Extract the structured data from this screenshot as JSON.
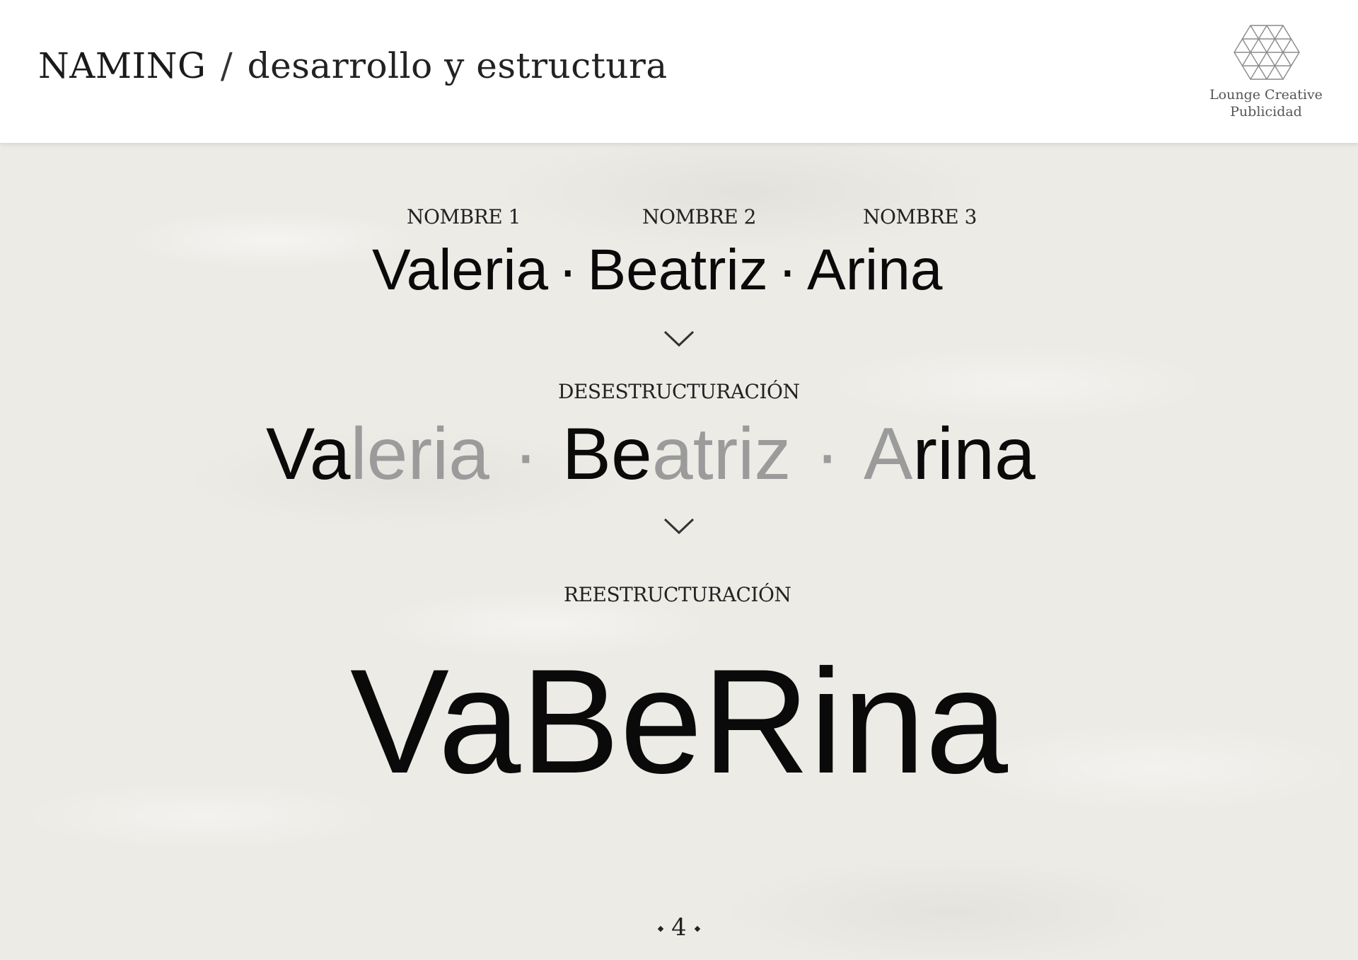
{
  "header": {
    "title_main": "NAMING",
    "title_sep": "/",
    "title_sub": "desarrollo y estructura"
  },
  "logo": {
    "icon": "triangle-hexagon-logo-icon",
    "line1": "Lounge Creative",
    "line2": "Publicidad"
  },
  "names": {
    "labels": [
      "NOMBRE 1",
      "NOMBRE 2",
      "NOMBRE 3"
    ],
    "items": [
      "Valeria",
      "Beatriz",
      "Arina"
    ],
    "separator": "·"
  },
  "deconstruction": {
    "label": "DESESTRUCTURACIÓN",
    "parts": [
      {
        "strong": "Va",
        "faded": "leria"
      },
      {
        "strong": "Be",
        "faded": "atriz"
      },
      {
        "faded": "A",
        "strong": "rina"
      }
    ],
    "separator": "·",
    "colors": {
      "strong": "#0a0a0a",
      "faded": "#9b9b9b"
    }
  },
  "restructuring": {
    "label": "REESTRUCTURACIÓN",
    "result": "VaBeRina"
  },
  "icons": {
    "arrow": "chevron-down-icon"
  },
  "page": {
    "number": "4"
  }
}
